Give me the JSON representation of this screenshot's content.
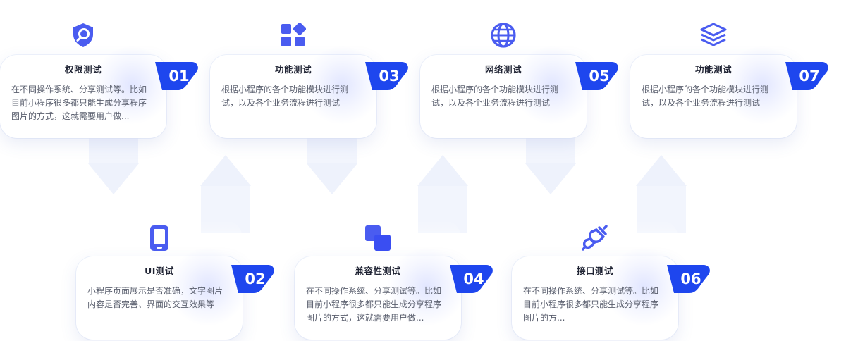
{
  "colors": {
    "accent": "#1e46ee",
    "icon": "#4a5cf0",
    "title": "#1f2333",
    "desc": "#5a5f6e"
  },
  "cards": [
    {
      "number": "01",
      "title": "权限测试",
      "icon": "shield-search-icon",
      "lines": [
        "在不同操作系统、分享测试等。比如",
        "目前小程序很多都只能生成分享程序",
        "图片的方式，这就需要用户做..."
      ]
    },
    {
      "number": "02",
      "title": "UI测试",
      "icon": "phone-icon",
      "lines": [
        "小程序页面展示是否准确，文字图片",
        "内容是否完善、界面的交互效果等"
      ]
    },
    {
      "number": "03",
      "title": "功能测试",
      "icon": "blocks-icon",
      "lines": [
        "根据小程序的各个功能模块进行测",
        "试，以及各个业务流程进行测试"
      ]
    },
    {
      "number": "04",
      "title": "兼容性测试",
      "icon": "overlap-squares-icon",
      "lines": [
        "在不同操作系统、分享测试等。比如",
        "目前小程序很多都只能生成分享程序",
        "图片的方式，这就需要用户做..."
      ]
    },
    {
      "number": "05",
      "title": "网络测试",
      "icon": "globe-icon",
      "lines": [
        "根据小程序的各个功能模块进行测",
        "试，以及各个业务流程进行测试"
      ]
    },
    {
      "number": "06",
      "title": "接口测试",
      "icon": "plug-icon",
      "lines": [
        "在不同操作系统、分享测试等。比如",
        "目前小程序很多都只能生成分享程序",
        "图片的方..."
      ]
    },
    {
      "number": "07",
      "title": "功能测试",
      "icon": "layers-icon",
      "lines": [
        "根据小程序的各个功能模块进行测",
        "试，以及各个业务流程进行测试"
      ]
    }
  ]
}
